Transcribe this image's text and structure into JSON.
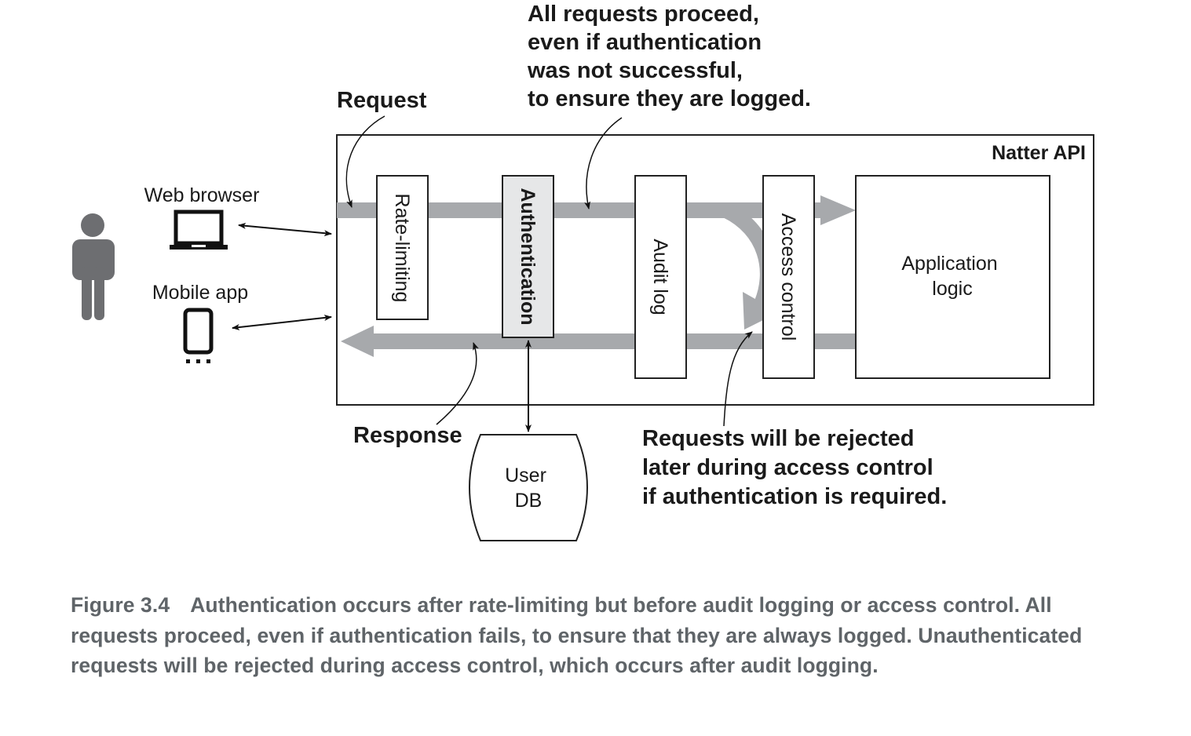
{
  "diagram": {
    "container_label": "Natter API",
    "clients": {
      "web_browser": "Web browser",
      "mobile_app": "Mobile app"
    },
    "stages": {
      "rate_limiting": "Rate-limiting",
      "authentication": "Authentication",
      "audit_log": "Audit log",
      "access_control": "Access control"
    },
    "application_logic": [
      "Application",
      "logic"
    ],
    "user_db": [
      "User",
      "DB"
    ],
    "callouts": {
      "request": "Request",
      "response": "Response",
      "all_requests": [
        "All requests proceed,",
        "even if authentication",
        "was not successful,",
        "to ensure they are logged."
      ],
      "rejected": [
        "Requests will be rejected",
        "later during access control",
        "if authentication is required."
      ]
    },
    "icons": [
      "person-icon",
      "laptop-icon",
      "mobile-phone-icon"
    ],
    "colors": {
      "flow_arrow": "#a7a9ac",
      "auth_fill": "#e6e7e8",
      "caption_text": "#5f6468"
    }
  },
  "caption": {
    "number": "Figure 3.4",
    "text": "Authentication occurs after rate-limiting but before audit logging or access control. All requests proceed, even if authentication fails, to ensure that they are always logged. Unauthenticated requests will be rejected during access control, which occurs after audit logging."
  }
}
